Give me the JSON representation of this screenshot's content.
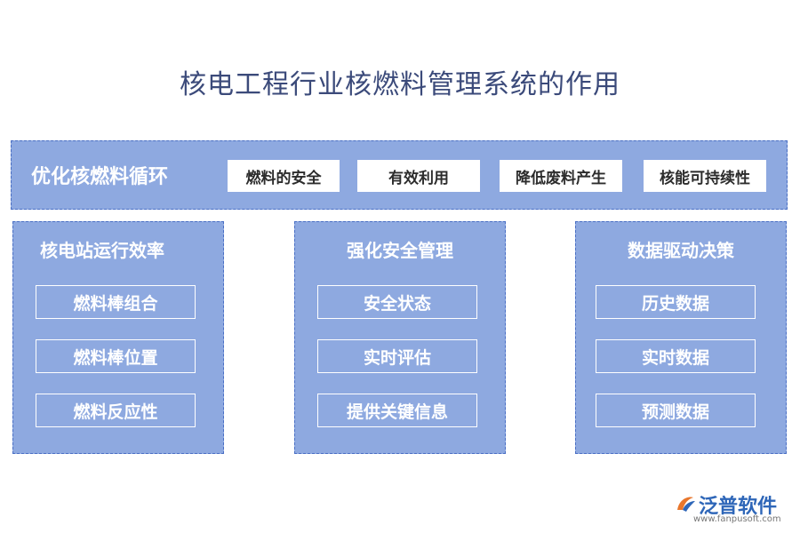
{
  "title": "核电工程行业核燃料管理系统的作用",
  "top_row": {
    "label": "优化核燃料循环",
    "items": [
      "燃料的安全",
      "有效利用",
      "降低废料产生",
      "核能可持续性"
    ]
  },
  "columns": [
    {
      "title": "核电站运行效率",
      "items": [
        "燃料棒组合",
        "燃料棒位置",
        "燃料反应性"
      ]
    },
    {
      "title": "强化安全管理",
      "items": [
        "安全状态",
        "实时评估",
        "提供关键信息"
      ]
    },
    {
      "title": "数据驱动决策",
      "items": [
        "历史数据",
        "实时数据",
        "预测数据"
      ]
    }
  ],
  "logo": {
    "text": "泛普软件",
    "url": "www.fanpusoft.com"
  },
  "colors": {
    "panel": "#8ea9e0",
    "border": "#4a6fc4",
    "title": "#3b4a7a"
  }
}
